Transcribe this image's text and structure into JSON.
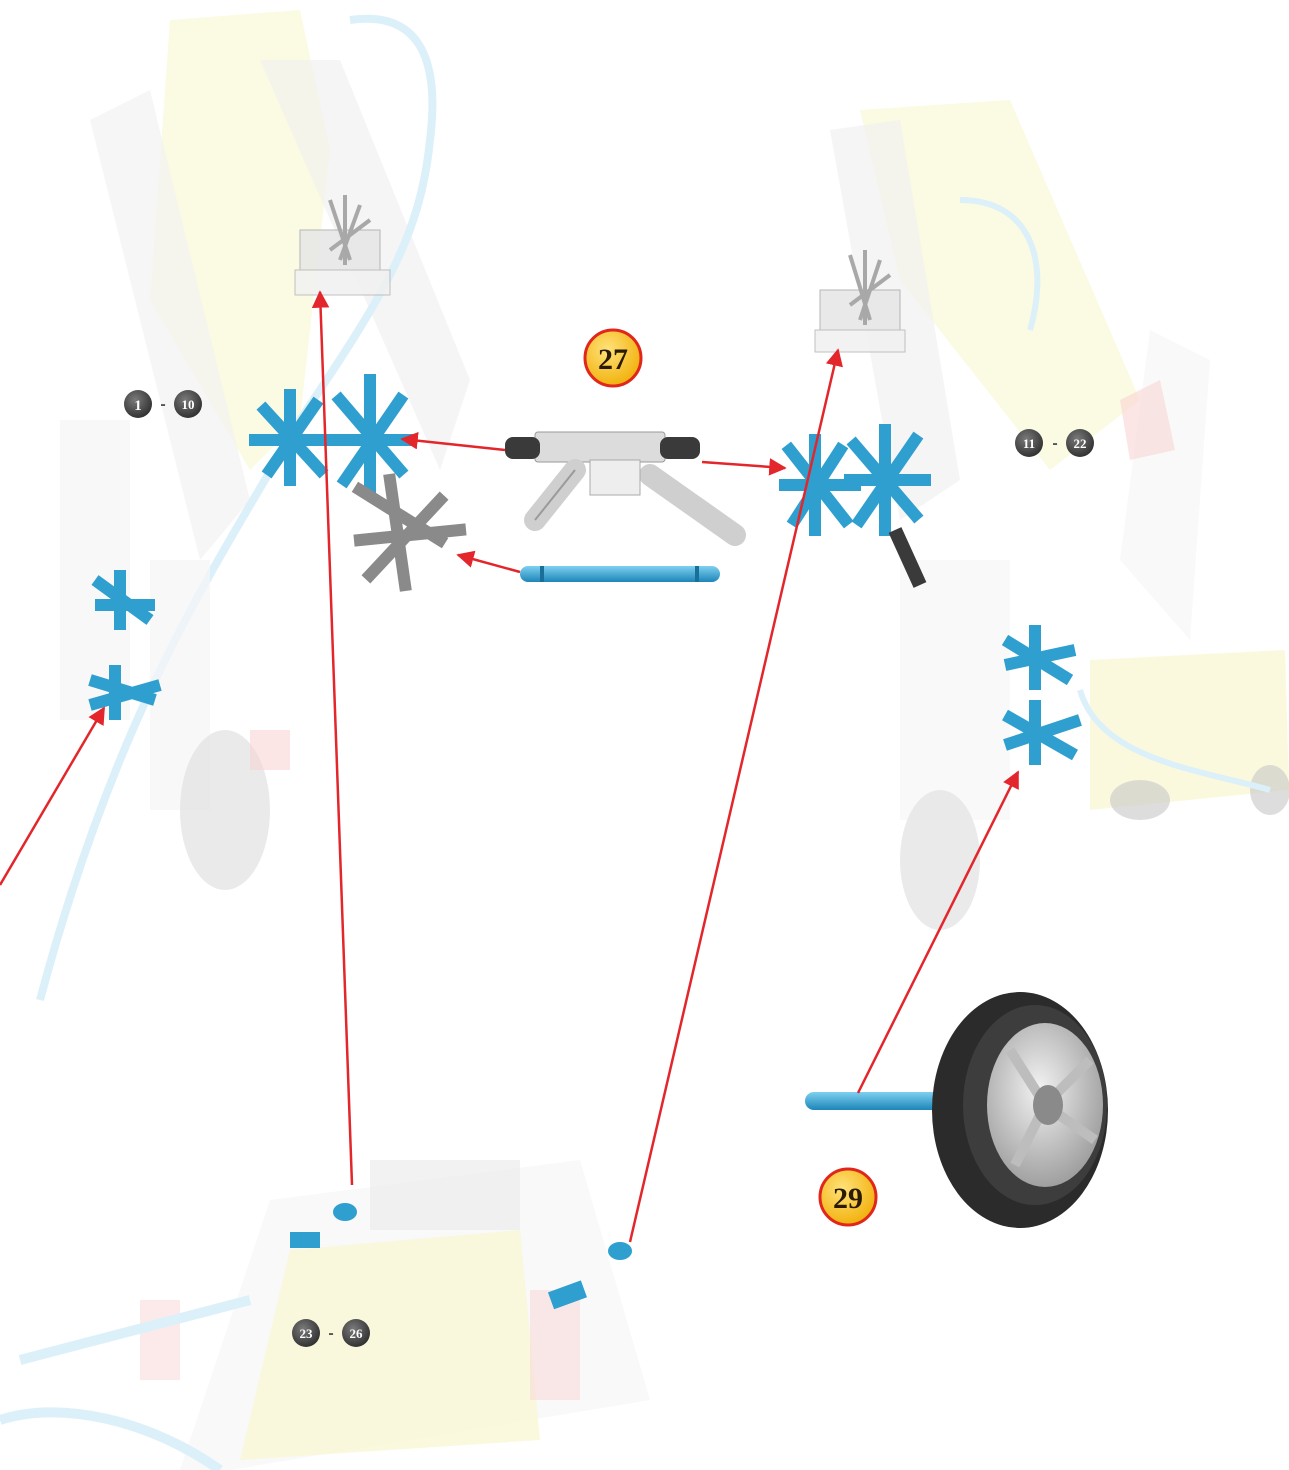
{
  "step_badges": [
    {
      "id": "step-27",
      "label": "27"
    },
    {
      "id": "step-29",
      "label": "29"
    }
  ],
  "reference_ranges": [
    {
      "id": "range-1-10",
      "from": "1",
      "to": "10",
      "separator": "-"
    },
    {
      "id": "range-11-22",
      "from": "11",
      "to": "22",
      "separator": "-"
    },
    {
      "id": "range-23-26",
      "from": "23",
      "to": "26",
      "separator": "-"
    }
  ],
  "colors": {
    "arrow": "#e3262b",
    "badge_fill": "#f7c21f",
    "badge_stroke": "#e1261c",
    "range_fill": "#4a4a4a",
    "part_blue": "#2f9fd0",
    "part_dark": "#3a3a3a",
    "part_grey": "#9a9a9a",
    "ghost_yellow": "#f3f0a8",
    "ghost_blue": "#bfe3f5"
  },
  "icons": [
    "connector-icon",
    "rod-icon",
    "wheel-icon",
    "arrow-icon"
  ]
}
